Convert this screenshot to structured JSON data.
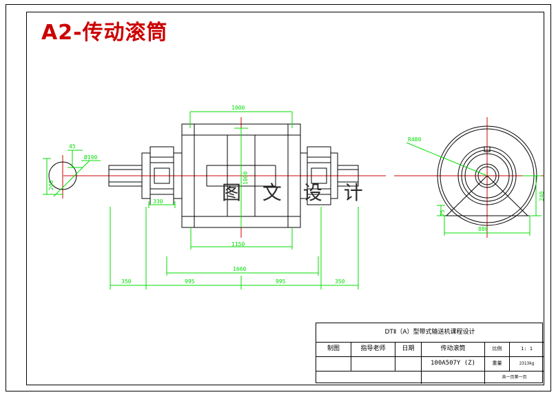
{
  "sheet": {
    "title": "A2-传动滚筒",
    "watermark": "图 文 设 计"
  },
  "dimensions": {
    "top_width": "1000",
    "overall_1660": "1660",
    "body_1150": "1150",
    "left_end": "350",
    "left_mid": "995",
    "right_mid": "995",
    "right_end": "350",
    "shaft_dia": "Ø190",
    "chamfer_45": "45",
    "left_vertical": "200",
    "center_vertical": "1000",
    "bearing_width": "330",
    "radius_r480": "R480",
    "right_vertical_240": "240",
    "right_small_75": "75",
    "right_bottom": "880"
  },
  "title_block": {
    "header": "DTⅡ（A）型带式输送机课程设计",
    "col_drawn_by": "制图",
    "col_advisor": "指导老师",
    "col_date": "日期",
    "drawn_by_value": "",
    "advisor_value": "",
    "date_value": "",
    "part_name": "传动滚筒",
    "part_code": "100A507Y (Z)",
    "scale_label": "比例",
    "scale_value": "1: 1",
    "weight_label": "重量",
    "weight_value": "2313kg",
    "page_note": "共一页第一页",
    "bottom_left_value": "",
    "bottom_mid_value": ""
  }
}
